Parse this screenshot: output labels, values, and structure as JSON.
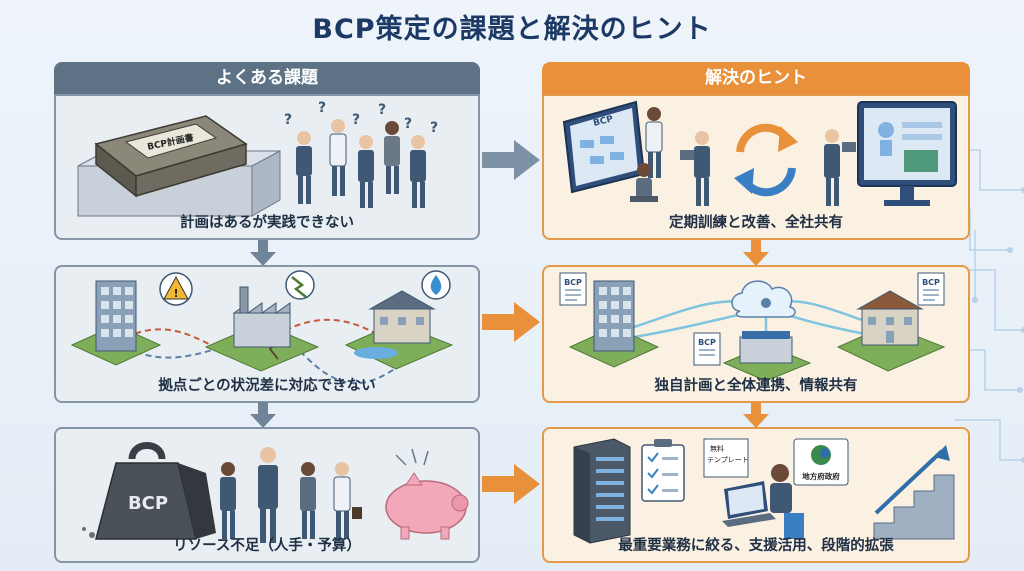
{
  "title": "BCP策定の課題と解決のヒント",
  "columns": {
    "problems": {
      "header": "よくある課題"
    },
    "solutions": {
      "header": "解決のヒント"
    }
  },
  "problems": [
    {
      "caption": "計画はあるが実践できない",
      "binder_label": "BCP計画書"
    },
    {
      "caption": "拠点ごとの状況差に対応できない"
    },
    {
      "caption": "リソース不足（人手・予算）",
      "weight_label": "BCP"
    }
  ],
  "solutions": [
    {
      "caption": "定期訓練と改善、全社共有",
      "screen_label": "BCP"
    },
    {
      "caption": "独自計画と全体連携、情報共有",
      "doc_labels": [
        "BCP",
        "BCP",
        "BCP"
      ]
    },
    {
      "caption": "最重要業務に絞る、支援活用、段階的拡張",
      "template_label_1": "無料",
      "template_label_2": "テンプレート",
      "gov_label": "地方府政府"
    }
  ],
  "colors": {
    "title": "#1d3a66",
    "problem_accent": "#5e7286",
    "solution_accent": "#e8913a",
    "arrow_gray": "#6f8498",
    "arrow_orange": "#e8913a"
  }
}
